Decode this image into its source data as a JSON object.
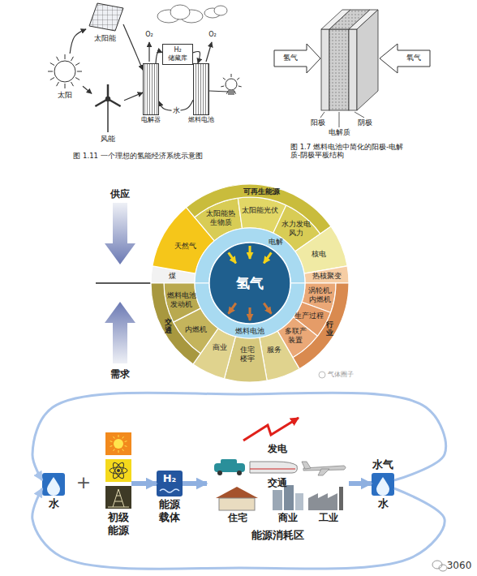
{
  "diagram": {
    "nodes": [
      {
        "text": [
          "太阳"
        ]
      },
      {
        "text": [
          "太阳能"
        ]
      },
      {
        "text": [
          "风能"
        ]
      },
      {
        "text": [
          "电解器"
        ]
      },
      {
        "text": [
          "H₂",
          "储藏库"
        ]
      },
      {
        "text": [
          "燃料电池"
        ]
      },
      {
        "text": [
          "可再生能源"
        ]
      },
      {
        "text": [
          "太阳能光伏"
        ]
      },
      {
        "text": [
          "水力发电",
          "风力"
        ]
      },
      {
        "text": [
          "太阳能热",
          "生物质"
        ]
      },
      {
        "text": [
          "天然气"
        ]
      },
      {
        "text": [
          "煤"
        ]
      },
      {
        "text": [
          "核电"
        ]
      },
      {
        "text": [
          "热核聚变"
        ]
      },
      {
        "text": [
          "电解"
        ]
      },
      {
        "text": [
          "氢气"
        ]
      },
      {
        "text": [
          "燃料电池"
        ]
      },
      {
        "text": [
          "燃料电池 发动机"
        ]
      },
      {
        "text": [
          "交通"
        ]
      },
      {
        "text": [
          "内燃机"
        ]
      },
      {
        "text": [
          "商业"
        ]
      },
      {
        "text": [
          "住宅 楼宇"
        ]
      },
      {
        "text": [
          "服务"
        ]
      },
      {
        "text": [
          "多联产 装置"
        ]
      },
      {
        "text": [
          "行业"
        ]
      },
      {
        "text": [
          "生产过程"
        ]
      },
      {
        "text": [
          "涡轮机, 内燃机"
        ]
      },
      {
        "text": [
          "水"
        ]
      },
      {
        "text": [
          "初级 能源"
        ]
      },
      {
        "text": [
          "H₂",
          "能源 载体"
        ]
      },
      {
        "text": [
          "能源消耗区"
        ]
      },
      {
        "text": [
          "水气",
          "水"
        ]
      }
    ],
    "edges": [
      {
        "from": 0,
        "to": 1,
        "arrow": "to"
      },
      {
        "from": 0,
        "to": 2,
        "arrow": "to"
      },
      {
        "from": 1,
        "to": 3,
        "arrow": "to"
      },
      {
        "from": 2,
        "to": 3,
        "arrow": "to"
      },
      {
        "from": 3,
        "to": 4,
        "arrow": "to"
      },
      {
        "from": 4,
        "to": 5,
        "arrow": "to"
      },
      {
        "from": 5,
        "to": 3,
        "label": "水",
        "arrow": "to"
      },
      {
        "from": 28,
        "to": 29,
        "arrow": "to"
      },
      {
        "from": 29,
        "to": 30,
        "arrow": "to"
      },
      {
        "from": 30,
        "to": 31,
        "arrow": "to"
      },
      {
        "from": 31,
        "to": 27,
        "arrow": "to"
      },
      {
        "from": 31,
        "to": 27,
        "arrow": "to"
      }
    ],
    "labels": [
      "图 1.11 一个理想的氢能经济系统示意图",
      "O₂",
      "O₂",
      "图 1.7 燃料电池中简化的阳极-电解质-阴极平板结构",
      "氢气",
      "氧气",
      "阳极",
      "电解质",
      "阴极",
      "供应",
      "需求",
      "气体圈子",
      "+",
      "发电",
      "交通",
      "住宅",
      "商业",
      "工业",
      "3060"
    ]
  }
}
